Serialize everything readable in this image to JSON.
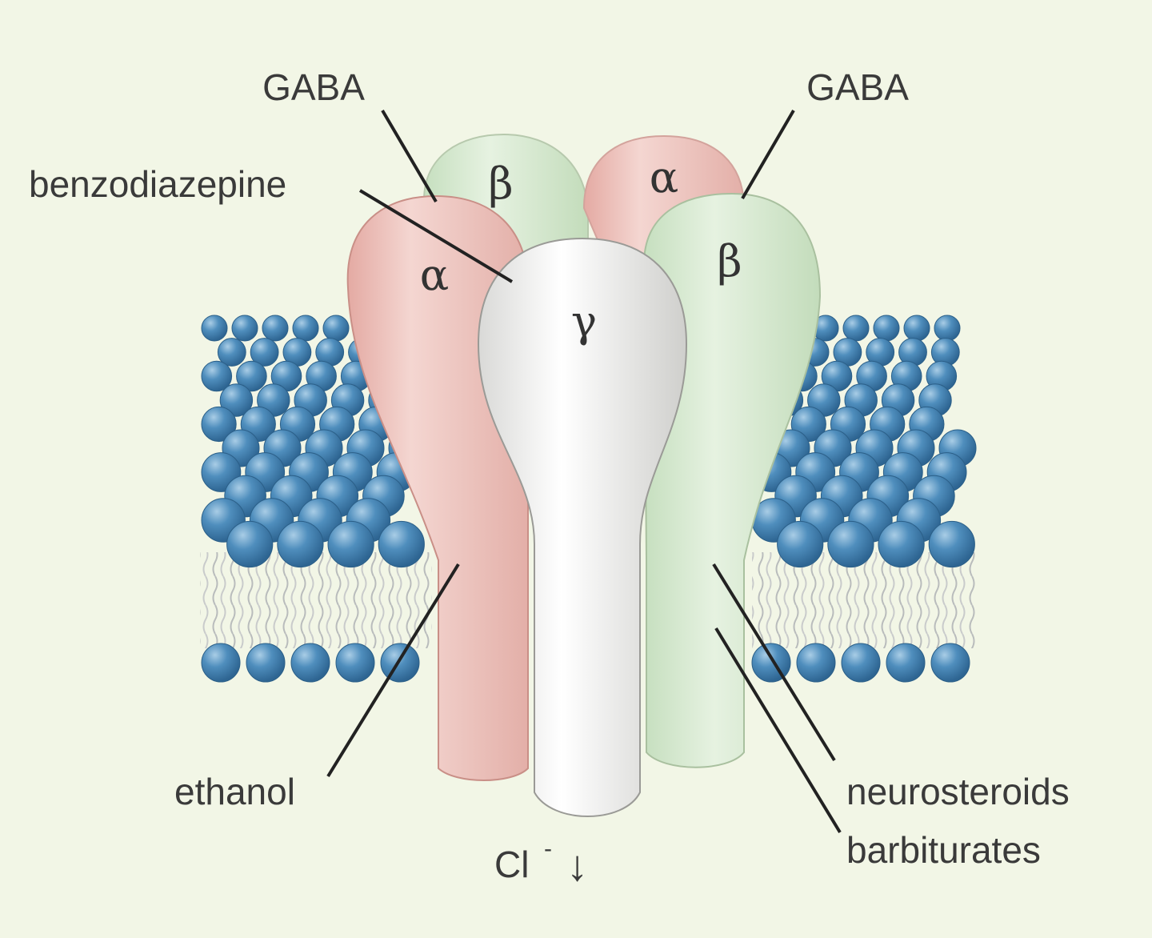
{
  "labels": {
    "gaba_left": "GABA",
    "gaba_right": "GABA",
    "benzodiazepine": "benzodiazepine",
    "ethanol": "ethanol",
    "neurosteroids": "neurosteroids",
    "barbiturates": "barbiturates",
    "chloride": "Cl",
    "chloride_sup": "-",
    "chloride_arrow": "↓"
  },
  "subunits": {
    "beta_back": "β",
    "alpha_back": "α",
    "alpha_front": "α",
    "gamma": "γ",
    "beta_front": "β"
  },
  "colors": {
    "background": "#f2f6e6",
    "alpha": "#eec9c3",
    "beta": "#d9ebd3",
    "gamma": "#f4f4f2",
    "lipid_head": "#4a86b4"
  }
}
